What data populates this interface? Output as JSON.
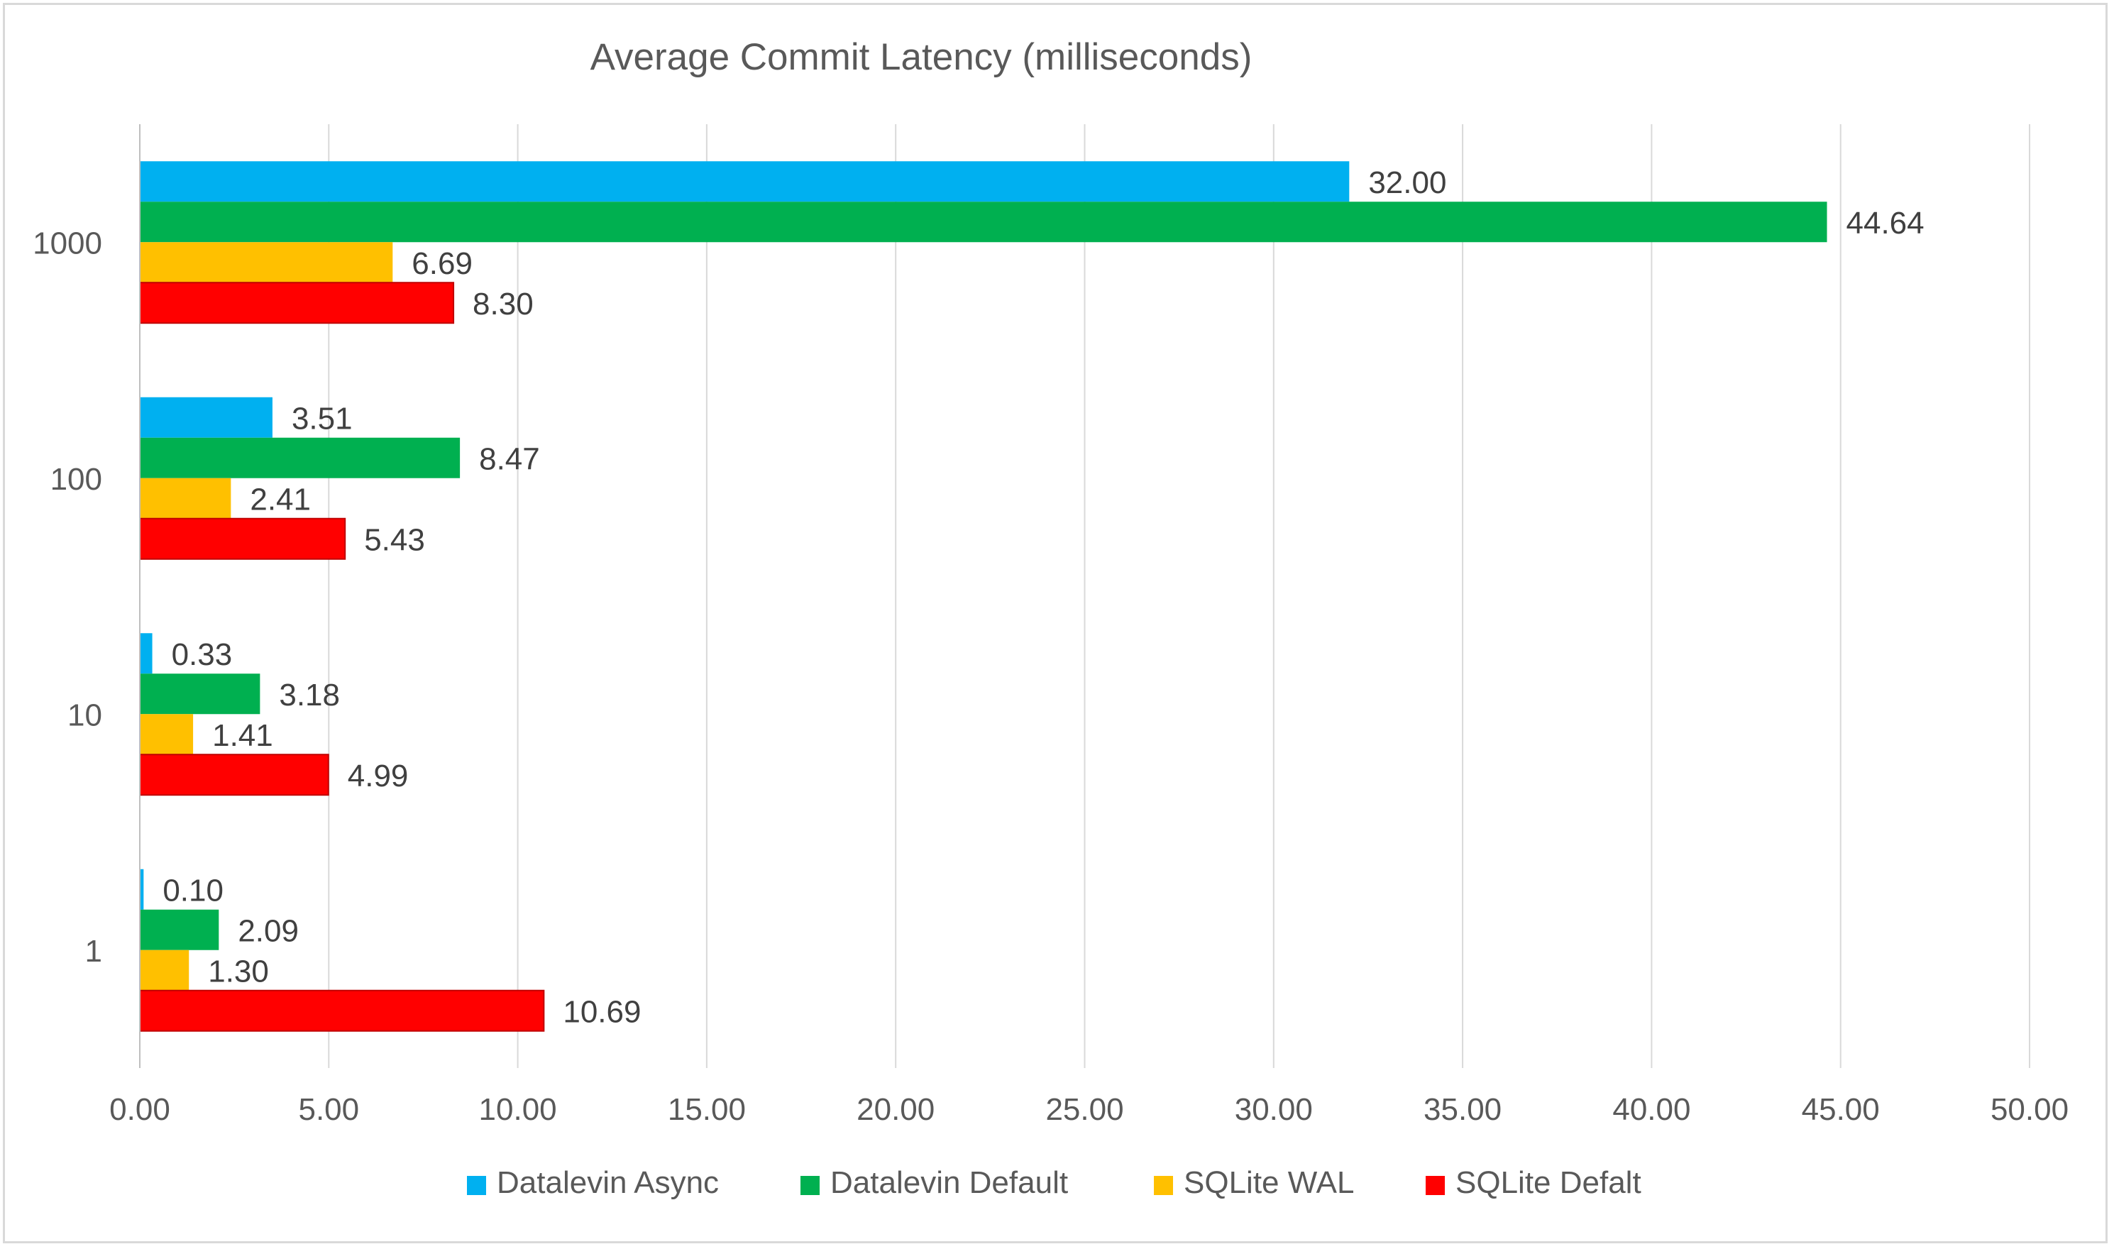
{
  "chart_data": {
    "type": "bar",
    "orientation": "horizontal",
    "title": "Average Commit Latency (milliseconds)",
    "xlabel": "",
    "ylabel": "",
    "categories": [
      "1",
      "10",
      "100",
      "1000"
    ],
    "xlim": [
      0,
      50
    ],
    "x_ticks": [
      "0.00",
      "5.00",
      "10.00",
      "15.00",
      "20.00",
      "25.00",
      "30.00",
      "35.00",
      "40.00",
      "45.00",
      "50.00"
    ],
    "grid": true,
    "legend_position": "bottom",
    "series": [
      {
        "name": "Datalevin Async",
        "color": "#00b0f0",
        "values": [
          0.1,
          0.33,
          3.51,
          32.0
        ],
        "labels": [
          "0.10",
          "0.33",
          "3.51",
          "32.00"
        ]
      },
      {
        "name": "Datalevin Default",
        "color": "#00b050",
        "values": [
          2.09,
          3.18,
          8.47,
          44.64
        ],
        "labels": [
          "2.09",
          "3.18",
          "8.47",
          "44.64"
        ]
      },
      {
        "name": "SQLite WAL",
        "color": "#ffc000",
        "values": [
          1.3,
          1.41,
          2.41,
          6.69
        ],
        "labels": [
          "1.30",
          "1.41",
          "2.41",
          "6.69"
        ]
      },
      {
        "name": "SQLite Defalt",
        "color": "#ff0000",
        "values": [
          10.69,
          4.99,
          5.43,
          8.3
        ],
        "labels": [
          "10.69",
          "4.99",
          "5.43",
          "8.30"
        ]
      }
    ]
  }
}
